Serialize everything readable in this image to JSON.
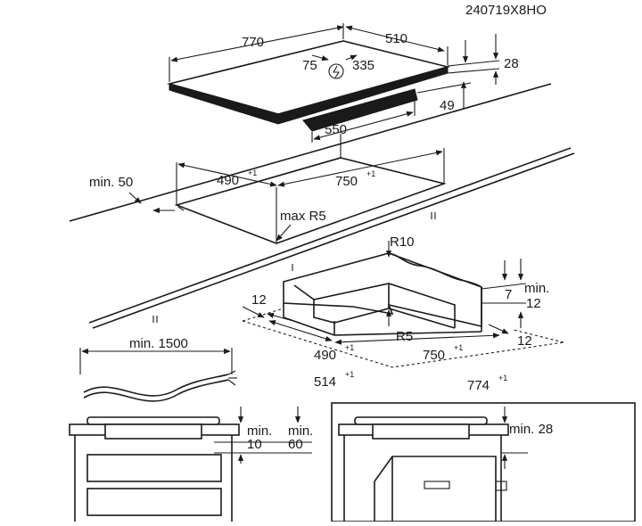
{
  "drawing_code": "240719X8HO",
  "hob": {
    "width": "770",
    "depth": "510",
    "connection_x": "75",
    "connection_y": "335",
    "thickness": "28",
    "box_height": "49",
    "box_width": "550"
  },
  "cutout": {
    "min_edge": "min. 50",
    "depth": "490",
    "depth_tol": "+1",
    "width": "750",
    "width_tol": "+1",
    "radius": "max R5"
  },
  "recess": {
    "outer_radius": "R10",
    "inner_radius": "R5",
    "depth": "7",
    "min_label": "min.",
    "ledge_height": "12",
    "ledge_left": "12",
    "ledge_right": "12",
    "inner_depth": "490",
    "inner_depth_tol": "+1",
    "inner_width": "750",
    "inner_width_tol": "+1",
    "outer_depth": "514",
    "outer_depth_tol": "+1",
    "outer_width": "774",
    "outer_width_tol": "+1"
  },
  "cable": {
    "length": "min. 1500"
  },
  "install_left": {
    "gap_a_label": "min.",
    "gap_a": "10",
    "gap_b_label": "min.",
    "gap_b": "60"
  },
  "install_right": {
    "gap": "min. 28"
  }
}
